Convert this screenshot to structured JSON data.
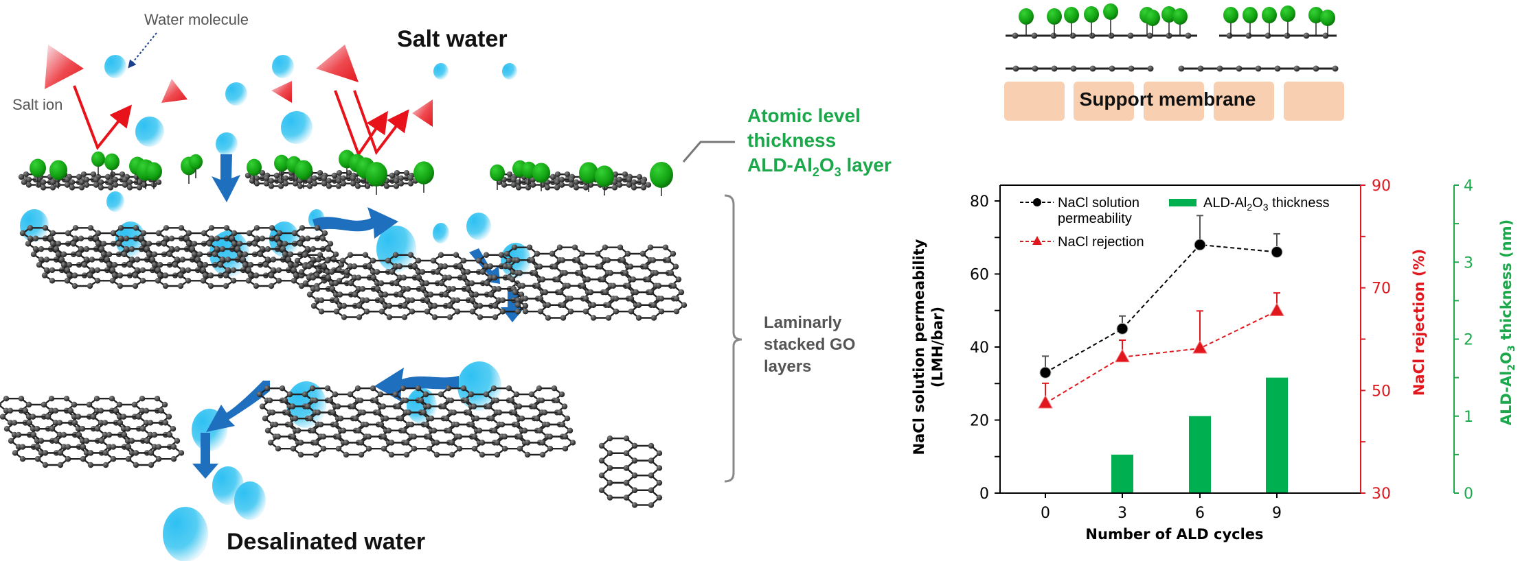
{
  "schematic": {
    "labels": {
      "water_molecule": "Water molecule",
      "salt_ion": "Salt ion",
      "salt_water": "Salt water",
      "ald_layer_line1": "Atomic level",
      "ald_layer_line2": "thickness",
      "ald_layer_line3_prefix": "ALD-Al",
      "ald_layer_sub1": "2",
      "ald_layer_mid": "O",
      "ald_layer_sub2": "3",
      "ald_layer_suffix": " layer",
      "go_line1": "Laminarly",
      "go_line2": "stacked GO",
      "go_line3": "layers",
      "desalinated": "Desalinated water"
    },
    "inset": {
      "support_label": "Support membrane"
    },
    "colors": {
      "water": "#3cc3f0",
      "salt": "#e8262a",
      "alumina": "#1aa82a",
      "flow_arrow": "#1f6fbf",
      "support": "#f8cfb0",
      "bonds": "#2a2a2a"
    }
  },
  "chart_data": {
    "type": "bar+line",
    "xlabel": "Number of ALD cycles",
    "categories": [
      "0",
      "3",
      "6",
      "9"
    ],
    "x": [
      0,
      3,
      6,
      9
    ],
    "axes": {
      "left": {
        "label": "NaCl solution permeability",
        "label2": "(LMH/bar)",
        "range": [
          0,
          80
        ],
        "ticks": [
          "0",
          "20",
          "40",
          "60",
          "80"
        ],
        "minor_step": 10,
        "color": "#000000"
      },
      "right1": {
        "label": "NaCl rejection (%)",
        "range": [
          30,
          90
        ],
        "ticks": [
          "30",
          "50",
          "70",
          "90"
        ],
        "minor_step": 10,
        "color": "#e0181e"
      },
      "right2": {
        "label_prefix": "ALD-Al",
        "label_sub1": "2",
        "label_mid": "O",
        "label_sub2": "3",
        "label_suffix": " thickness (nm)",
        "range": [
          0,
          4
        ],
        "ticks": [
          "0",
          "1",
          "2",
          "3",
          "4"
        ],
        "minor_step": 0.5,
        "color": "#1aa84a"
      }
    },
    "series": [
      {
        "name": "NaCl solution permeability",
        "legend_line1": "NaCl solution",
        "legend_line2": "permeability",
        "type": "line",
        "axis": "left",
        "marker": "circle",
        "style": "dashed",
        "color": "#000000",
        "values": [
          33,
          45,
          68,
          66
        ],
        "error_upper": [
          4.5,
          3.5,
          8,
          5
        ]
      },
      {
        "name": "NaCl rejection",
        "legend_line1": "NaCl rejection",
        "type": "line",
        "axis": "right1",
        "marker": "triangle",
        "style": "dashed",
        "color": "#e0181e",
        "values": [
          47.5,
          56.5,
          58.2,
          65.5
        ],
        "error_upper": [
          3.9,
          3.3,
          7.3,
          3.5
        ]
      },
      {
        "name": "ALD-Al2O3 thickness",
        "legend_prefix": "ALD-Al",
        "legend_sub1": "2",
        "legend_mid": "O",
        "legend_sub2": "3",
        "legend_suffix": " thickness",
        "type": "bar",
        "axis": "right2",
        "color": "#00b050",
        "values": [
          0,
          0.5,
          1.0,
          1.5
        ]
      }
    ],
    "legend": "top-left, inside plot",
    "grid": false
  }
}
